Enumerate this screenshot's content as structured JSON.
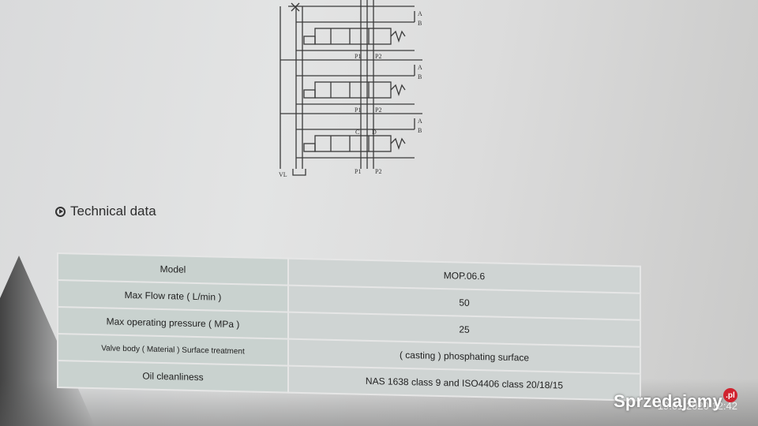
{
  "diagram": {
    "labels": {
      "a1": "A",
      "b1": "B",
      "a2": "A",
      "b2": "B",
      "a3": "A",
      "b3": "B",
      "p1_1": "P1",
      "p2_1": "P2",
      "p1_2": "P1",
      "p2_2": "P2",
      "p1_3": "P1",
      "p2_3": "P2",
      "c": "C",
      "d": "D",
      "vl": "VL"
    }
  },
  "section": {
    "title": "Technical data"
  },
  "table": {
    "rows": [
      {
        "label": "Model",
        "value": "MOP.06.6"
      },
      {
        "label": "Max Flow rate ( L/min )",
        "value": "50"
      },
      {
        "label": "Max operating pressure ( MPa )",
        "value": "25"
      },
      {
        "label": "Valve body ( Material ) Surface treatment",
        "value": "( casting ) phosphating surface"
      },
      {
        "label": "Oil cleanliness",
        "value": "NAS 1638 class 9 and ISO4406 class 20/18/15"
      }
    ]
  },
  "watermark": {
    "text": "Sprzedajemy",
    "badge": ".pl"
  },
  "timestamp": "19.01.2020 12:42"
}
